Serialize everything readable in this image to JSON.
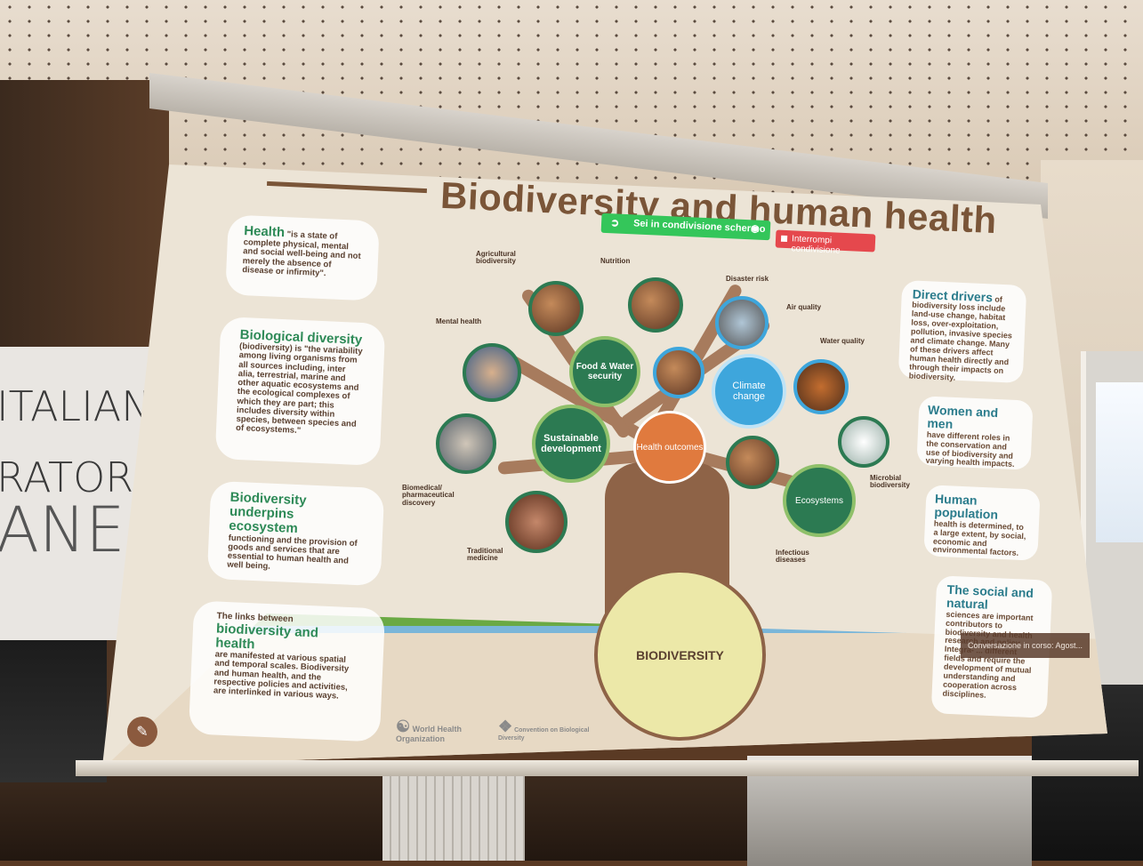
{
  "room": {
    "banner_lines": [
      "ITALIAN",
      "RATORI",
      "ANE"
    ]
  },
  "slide": {
    "title": "Biodiversity and human health",
    "left_panels": [
      {
        "heading": "Health",
        "body": "\"is a state of complete physical, mental and social well-being and not merely the absence of disease or infirmity\"."
      },
      {
        "heading": "Biological diversity",
        "body": "(biodiversity) is \"the variability among living organisms from all sources including, inter alia, terrestrial, marine and other aquatic ecosystems and the ecological complexes of which they are part; this includes diversity within species, between species and of ecosystems.\""
      },
      {
        "heading": "Biodiversity underpins ecosystem",
        "body": "functioning and the provision of goods and services that are essential to human health and well being."
      },
      {
        "heading_pre": "The links between",
        "heading": "biodiversity and health",
        "body": "are manifested at various spatial and temporal scales. Biodiversity and human health, and the respective policies and activities, are interlinked in various ways."
      }
    ],
    "right_panels": [
      {
        "heading": "Direct drivers",
        "body": "of biodiversity loss include land-use change, habitat loss, over-exploitation, pollution, invasive species and climate change. Many of these drivers affect human health directly and through their impacts on biodiversity."
      },
      {
        "heading": "Women and men",
        "body": "have different roles in the conservation and use of biodiversity and varying health impacts."
      },
      {
        "heading": "Human population",
        "body": "health is determined, to a large extent, by social, economic and environmental factors."
      },
      {
        "heading": "The social and natural",
        "body": "sciences are important contributors to biodiversity and health research and policy. Integra- ... different fields and require the development of mutual understanding and cooperation across disciplines."
      }
    ],
    "tree": {
      "root": "BIODIVERSITY",
      "center": "Health outcomes",
      "nodes": [
        "Food & Water security",
        "Sustainable development",
        "Climate change",
        "Ecosystems"
      ],
      "labels": [
        "Agricultural biodiversity",
        "Nutrition",
        "Disaster risk",
        "Air quality",
        "Water quality",
        "Mental health",
        "Biomedical/ pharmaceutical discovery",
        "Traditional medicine",
        "Infectious diseases",
        "Microbial biodiversity"
      ]
    },
    "logos": [
      "World Health Organization",
      "Convention on Biological Diversity"
    ]
  },
  "overlay": {
    "share_label": "Sei in condivisione schermo",
    "stop_label": "Interrompi condivisione",
    "toast": "Conversazione in corso: Agost..."
  },
  "colors": {
    "green": "#2e8a57",
    "brown": "#7a5538",
    "share_green": "#34c65a",
    "stop_red": "#e5484d"
  }
}
